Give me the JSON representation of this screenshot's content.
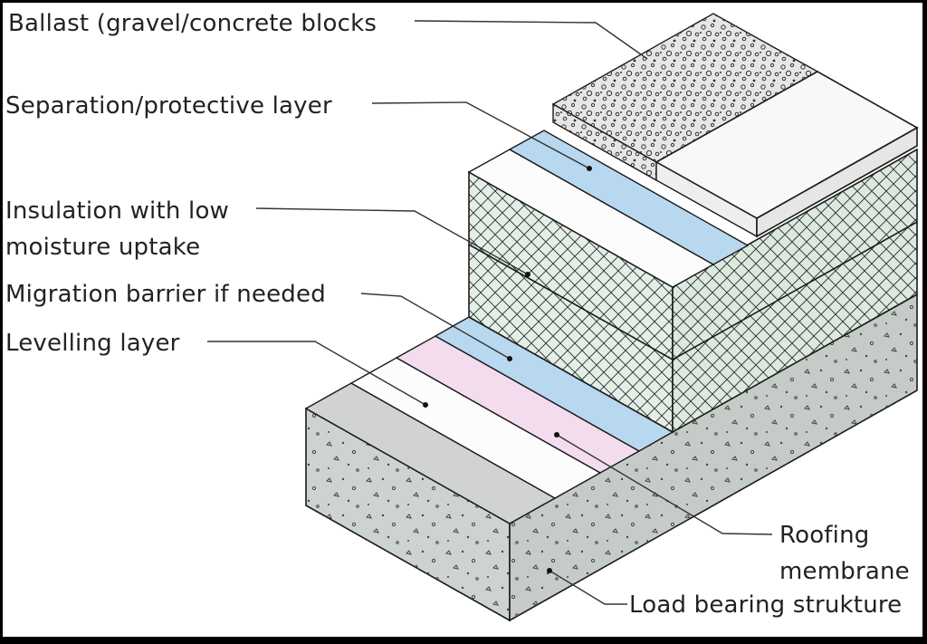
{
  "diagram": {
    "labels": {
      "ballast": "Ballast (gravel/concrete blocks",
      "separation": "Separation/protective layer",
      "insulation_line1": "Insulation with low",
      "insulation_line2": "moisture uptake",
      "migration": "Migration barrier if needed",
      "levelling": "Levelling layer",
      "roofing_line1": "Roofing",
      "roofing_line2": "membrane",
      "load_bearing": "Load bearing strukture"
    },
    "colors": {
      "concrete": "#cdd4cf",
      "concrete_side": "#c5ccc7",
      "concrete_top_strip": "#d0d3d0",
      "insulation_side": "#e3efe6",
      "insulation_front": "#dbe9de",
      "blue_layer": "#b7d8ef",
      "pink_layer": "#f4dcef",
      "white_layer": "#fbfcfb",
      "ballast": "#e6e6e6",
      "outline": "#1a1a1a"
    }
  }
}
